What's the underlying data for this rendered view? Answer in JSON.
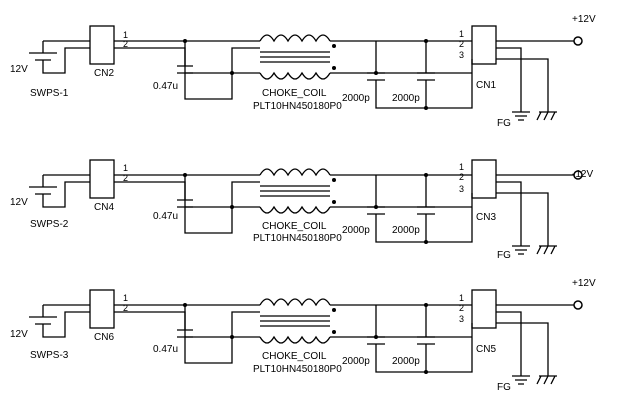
{
  "stages": [
    {
      "supply_voltage": "12V",
      "supply_name": "SWPS-1",
      "input_connector": "CN2",
      "input_cap": "0.47u",
      "choke_type": "CHOKE_COIL",
      "choke_part": "PLT10HN450180P0",
      "y_cap_1": "2000p",
      "y_cap_2": "2000p",
      "output_connector": "CN1",
      "output_label": "+12V",
      "ground_label": "FG",
      "pin_labels": [
        "1",
        "2",
        "1",
        "2",
        "3"
      ]
    },
    {
      "supply_voltage": "12V",
      "supply_name": "SWPS-2",
      "input_connector": "CN4",
      "input_cap": "0.47u",
      "choke_type": "CHOKE_COIL",
      "choke_part": "PLT10HN450180P0",
      "y_cap_1": "2000p",
      "y_cap_2": "2000p",
      "output_connector": "CN3",
      "output_label": "-12V",
      "ground_label": "FG",
      "pin_labels": [
        "1",
        "2",
        "1",
        "2",
        "3"
      ]
    },
    {
      "supply_voltage": "12V",
      "supply_name": "SWPS-3",
      "input_connector": "CN6",
      "input_cap": "0.47u",
      "choke_type": "CHOKE_COIL",
      "choke_part": "PLT10HN450180P0",
      "y_cap_1": "2000p",
      "y_cap_2": "2000p",
      "output_connector": "CN5",
      "output_label": "+12V",
      "ground_label": "FG",
      "pin_labels": [
        "1",
        "2",
        "1",
        "2",
        "3"
      ]
    }
  ],
  "icons": [
    "battery-icon",
    "capacitor-icon",
    "inductor-icon",
    "earth-ground-icon",
    "chassis-ground-icon",
    "terminal-icon"
  ]
}
